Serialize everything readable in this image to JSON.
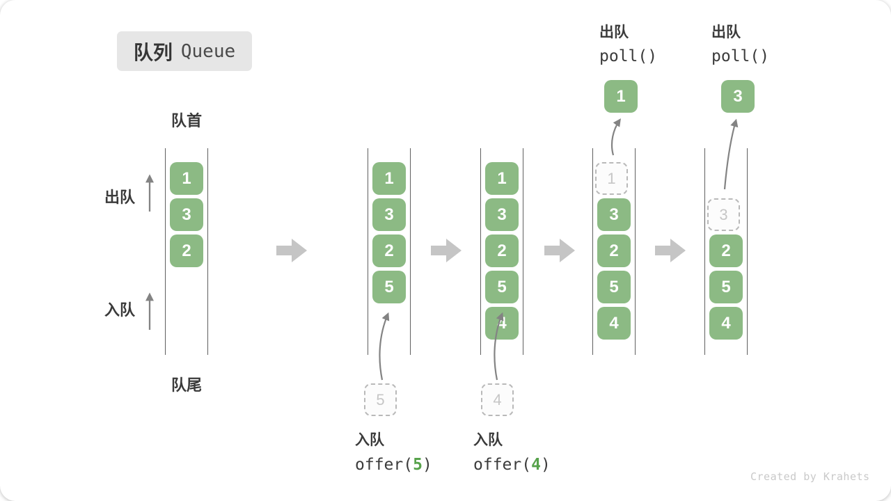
{
  "title": {
    "zh": "队列",
    "en": "Queue"
  },
  "labels": {
    "head": "队首",
    "tail": "队尾",
    "dequeue_side": "出队",
    "enqueue_side": "入队"
  },
  "colors": {
    "cell_green": "#8cba84",
    "code_green": "#57a24b",
    "block_arrow": "#c5c5c5",
    "arrow_gray": "#838383",
    "rail_gray": "#5f5f5f",
    "title_bg": "#e6e6e6",
    "text_dark": "#3b3b3b",
    "ghost_gray": "#c6c6c6",
    "watermark_gray": "#c9c9c9"
  },
  "steps": [
    {
      "cells": [
        "1",
        "3",
        "2"
      ]
    },
    {
      "cells": [
        "1",
        "3",
        "2",
        "5"
      ],
      "pending_value": "5",
      "caption": {
        "action": "入队",
        "code_pre": "offer(",
        "code_arg": "5",
        "code_post": ")"
      }
    },
    {
      "cells": [
        "1",
        "3",
        "2",
        "5",
        "4"
      ],
      "pending_value": "4",
      "caption": {
        "action": "入队",
        "code_pre": "offer(",
        "code_arg": "4",
        "code_post": ")"
      }
    },
    {
      "cells": [
        "3",
        "2",
        "5",
        "4"
      ],
      "cells_start_row": 1,
      "ghost": {
        "row": 0,
        "value": "1"
      },
      "popped_value": "1",
      "top_caption": {
        "action": "出队",
        "code": "poll()"
      }
    },
    {
      "cells": [
        "2",
        "5",
        "4"
      ],
      "cells_start_row": 2,
      "ghost": {
        "row": 1,
        "value": "3"
      },
      "popped_value": "3",
      "top_caption": {
        "action": "出队",
        "code": "poll()"
      }
    }
  ],
  "watermark": "Created by Krahets"
}
